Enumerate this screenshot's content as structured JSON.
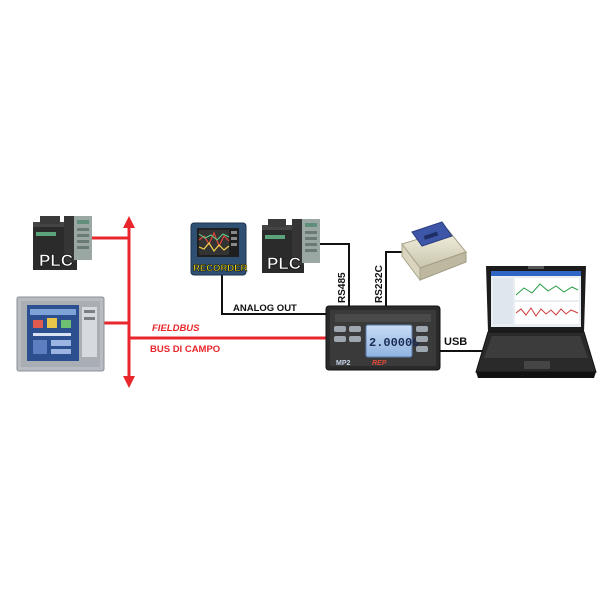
{
  "labels": {
    "plc_left": "PLC",
    "plc_center": "PLC",
    "recorder": "RECORDER",
    "analog_out": "ANALOG OUT",
    "rs485": "RS485",
    "rs232c": "RS232C",
    "usb": "USB",
    "fieldbus": "FIELDBUS",
    "bus_di_campo": "BUS DI CAMPO",
    "display_value": "2.00000",
    "device_model": "MP2",
    "brand": "REP"
  },
  "colors": {
    "fieldbus_line": "#e8262b",
    "connector_line": "#111111",
    "plc_module": "#2b2b2b",
    "plc_panel": "#9aa7a2",
    "device_body": "#2a2a2a",
    "device_screen": "#b9d3f2",
    "hmi_frame": "#b8bcc2",
    "recorder_frame": "#2f4f73",
    "recorder_label": "#ffe91a",
    "laptop_body": "#1c1c1c"
  }
}
